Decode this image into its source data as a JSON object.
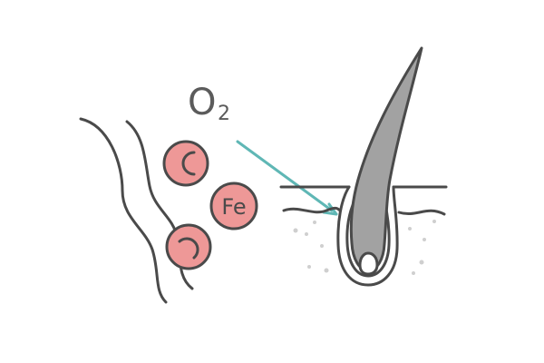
{
  "labels": {
    "oxygen": "O",
    "oxygen_subscript": "2",
    "iron": "Fe"
  },
  "icons": {
    "blood_flow_lines": "wavy-line-icon",
    "red_blood_cell": "red-blood-cell-icon",
    "iron_molecule": "iron-circle-icon",
    "arrow": "arrow-right-down-icon",
    "hair": "hair-strand-icon",
    "follicle": "hair-follicle-icon"
  },
  "colors": {
    "stroke": "#4a4a4a",
    "cell_fill": "#ee9897",
    "arrow": "#5fb7b5",
    "hair_fill": "#a2a2a2",
    "dots": "#cfcfcf",
    "label": "#5b5b5b"
  }
}
